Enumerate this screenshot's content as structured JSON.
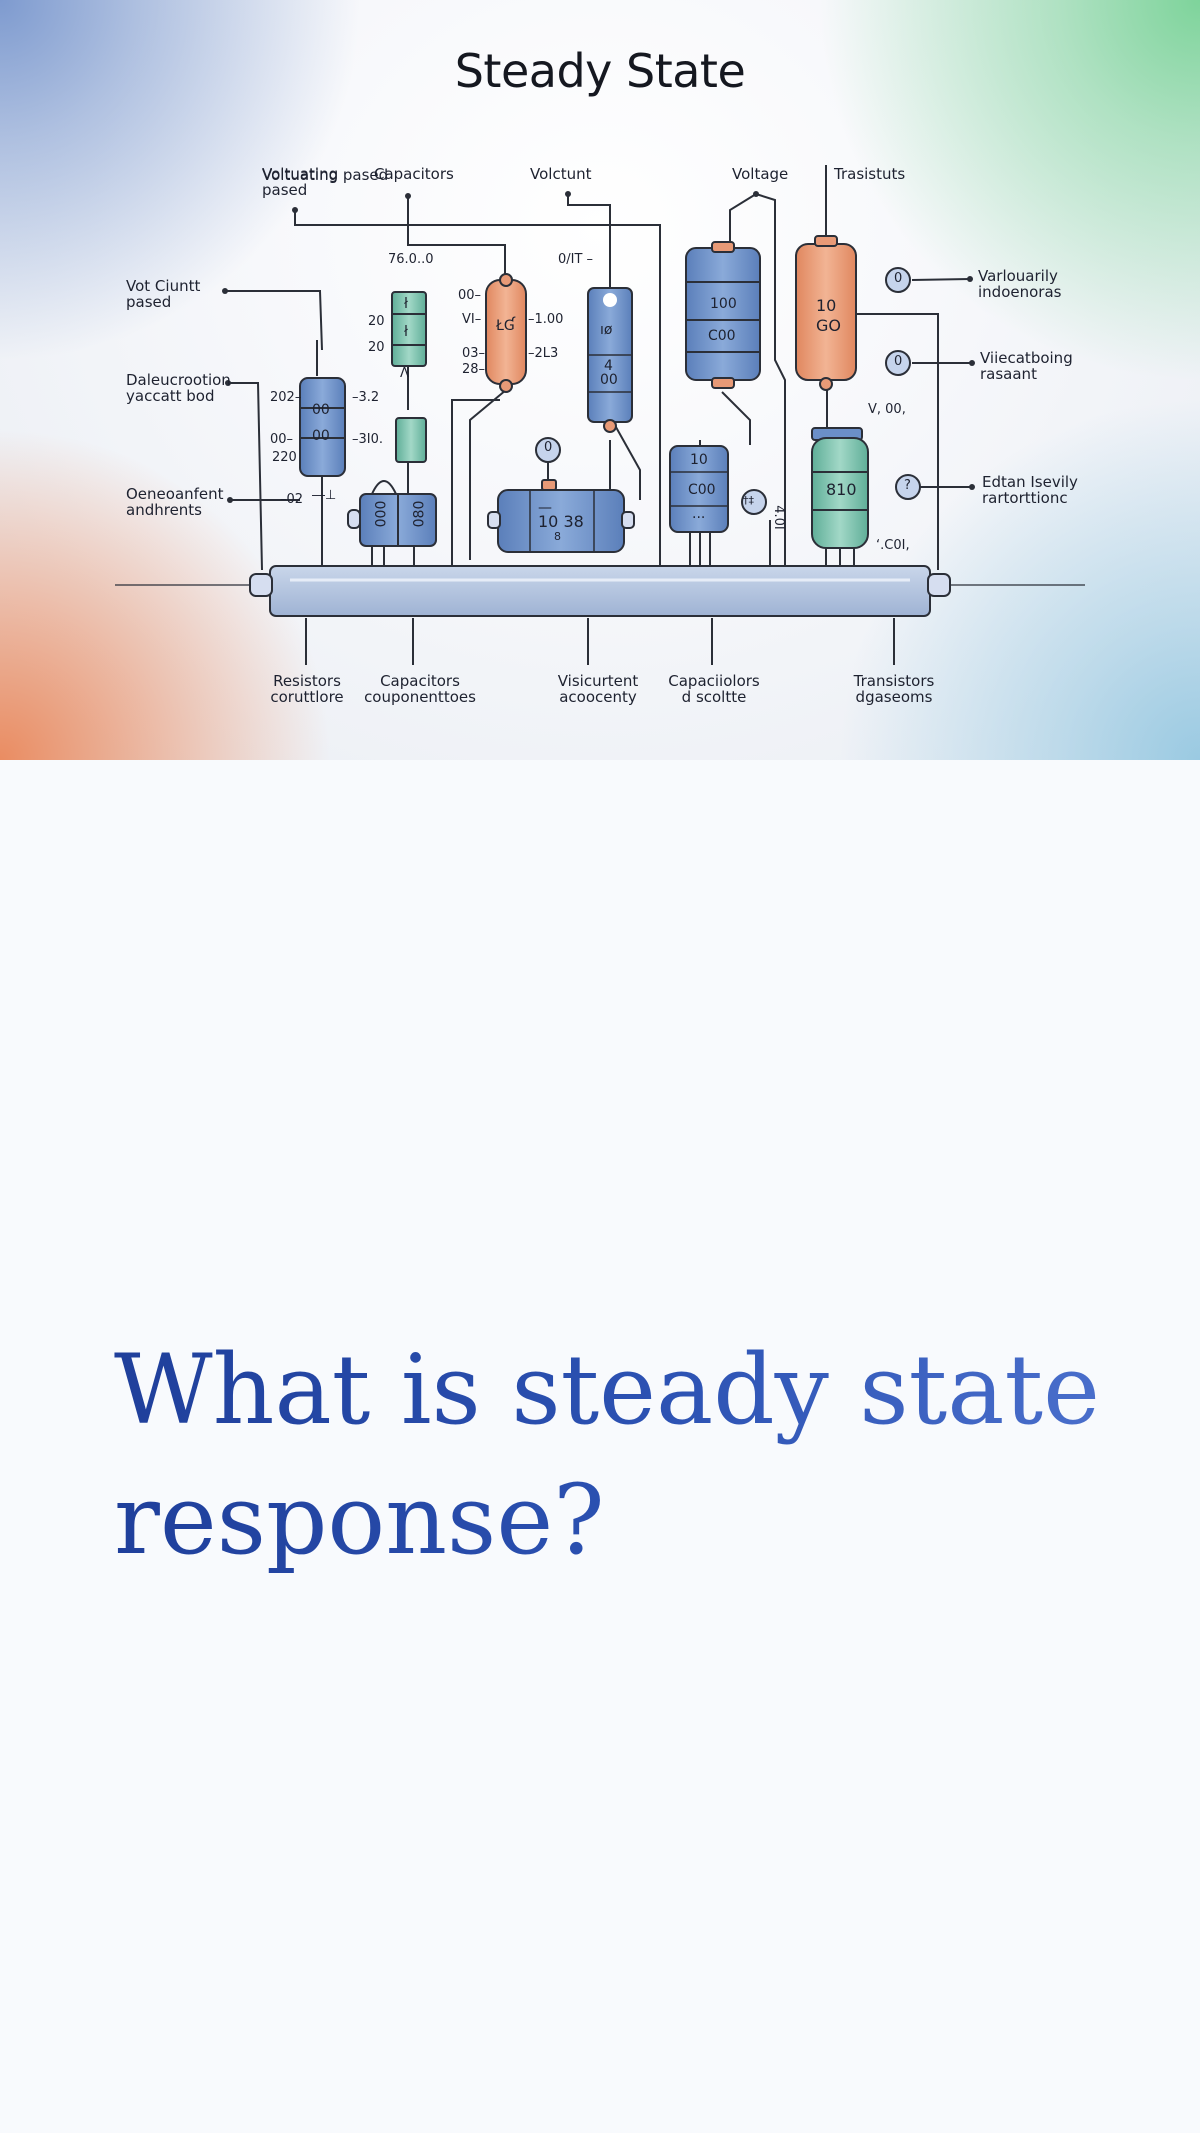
{
  "hero": {
    "title": "Steady State",
    "top_labels": [
      "Voltuating\npased",
      "Capacitors",
      "Volctunt",
      "Voltage",
      "Trasistuts"
    ],
    "left_labels": [
      "Vot Ciuntt\npased",
      "Daleucrootion\nyaccatt bod",
      "Oeneoanfent\nandhrents"
    ],
    "right_labels": [
      "Varlouarily\nindoenoras",
      "Viiecatboing\nrasaant",
      "Edtan Isevily\nrartorttionc"
    ],
    "bottom_labels": [
      "Resistors\ncoruttlore",
      "Capacitors\ncouponenttoes",
      "Visicurtent\nacoocenty",
      "Capaciiolors\nd scoltte",
      "Transistors\ndgaseoms"
    ],
    "component_texts": {
      "r1": [
        "00",
        "00"
      ],
      "r2": [
        "ł",
        "ł"
      ],
      "orange_cap": "ŁƓ",
      "blue_tall": [
        "ıø",
        "4",
        "00"
      ],
      "blue_big": [
        "100",
        "C00"
      ],
      "orange_big": [
        "10",
        "GO"
      ],
      "green_can": "810",
      "bottom_block": [
        "000",
        "080"
      ],
      "center_block": [
        "—",
        "10 38",
        "8"
      ],
      "small_block": [
        "10",
        "C00",
        "..."
      ],
      "pot": "†‡",
      "misc": [
        "76.0..0",
        "0/IT –",
        "00–",
        "VI–",
        "20",
        "20",
        "03–",
        "28–",
        "–1.00",
        "–2L3",
        "202–",
        "–3.2",
        "00–",
        "220",
        "–3I0.",
        "–02",
        "―⊥",
        "V, 00,",
        "‘.C0I,",
        "4.0I",
        "0",
        "0",
        "0",
        "0",
        "?",
        "Λ"
      ]
    }
  },
  "question": {
    "text": "What is steady state response?"
  },
  "colors": {
    "accent_blue": "#2546a4",
    "component_blue": "#6b8fc8",
    "component_orange": "#e89a77",
    "component_green": "#7dc2ae",
    "line": "#2b2f38"
  }
}
